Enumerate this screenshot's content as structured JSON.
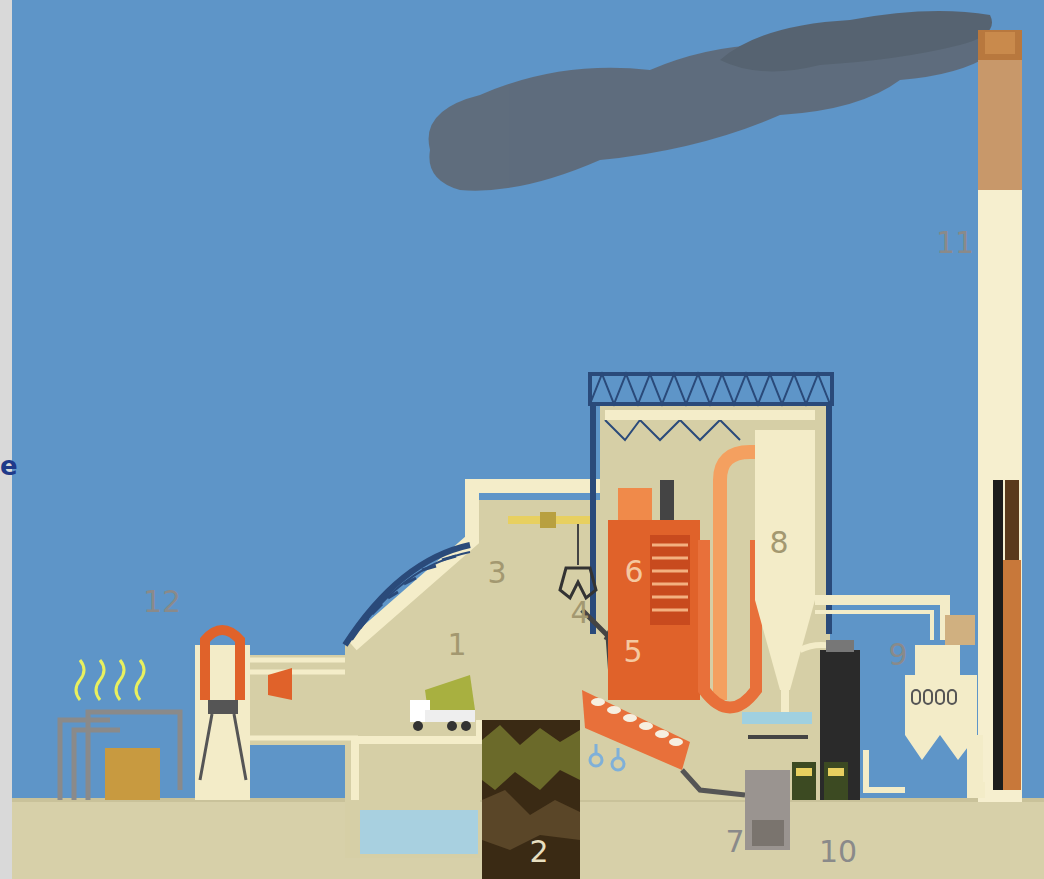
{
  "diagram": {
    "labels": [
      "e",
      "12",
      "11",
      "3",
      "1",
      "4",
      "6",
      "5",
      "8",
      "9",
      "2",
      "7",
      "10"
    ]
  }
}
